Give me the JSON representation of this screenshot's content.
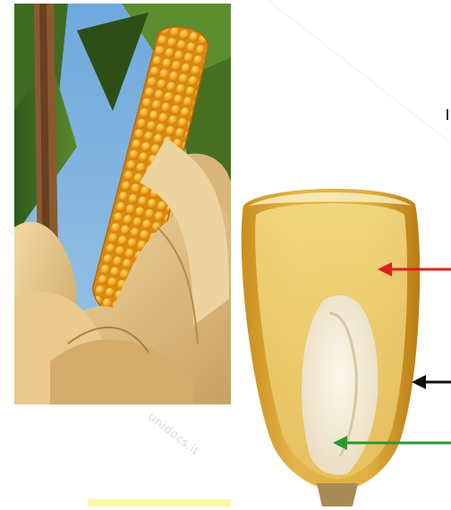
{
  "watermark": {
    "text": "unidocs.it"
  },
  "arrows": [
    {
      "name": "red-arrow",
      "color": "#e02020"
    },
    {
      "name": "black-arrow",
      "color": "#111111"
    },
    {
      "name": "green-arrow",
      "color": "#2a9a2a"
    }
  ]
}
